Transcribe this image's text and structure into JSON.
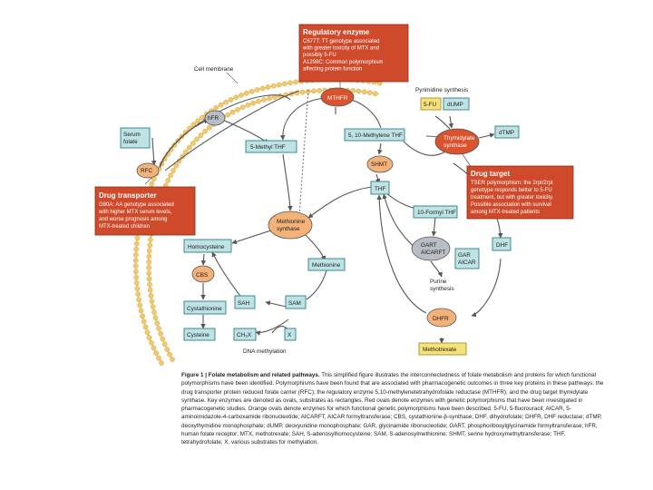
{
  "colors": {
    "teal_fill": "#bfe3e5",
    "teal_stroke": "#2d7f86",
    "orange_oval": "#f3b27a",
    "red_oval": "#d9532e",
    "gray_oval": "#b9bec4",
    "yellow_box": "#f6e27a",
    "red_note": "#cf4a2b",
    "membrane": "#f2c96b"
  },
  "membrane": {
    "label": "Cell membrane"
  },
  "nodes": {
    "serum_folate": "Serum\nfolate",
    "hfr": "hFR",
    "rfc": "RFC",
    "methyl_thf": "5-Methyl THF",
    "mthfr": "MTHFR",
    "methylene_thf": "5, 10-Methylene THF",
    "thymidylate_synthase": "Thymidylate\nsynthase",
    "five_fu": "5-FU",
    "dump": "dUMP",
    "dtmp": "dTMP",
    "shmt": "SHMT",
    "thf": "THF",
    "formyl_thf": "10-Formyl THF",
    "gart_aicarft": "GART\nAICARFT",
    "gar_aicar": "GAR\nAICAR",
    "dhf": "DHF",
    "dhfr": "DHFR",
    "methotrexate": "Methotrexate",
    "methionine_synthase": "Methionine\nsynthase",
    "homocysteine": "Homocysteine",
    "cbs": "CBS",
    "cystathionine": "Cystathionine",
    "cysteine": "Cysteine",
    "sah": "SAH",
    "sam": "SAM",
    "methionine": "Methionine",
    "ch3x": "CH₃X",
    "x": "X"
  },
  "labels": {
    "pyrimidine_synthesis": "Pyrimidine synthesis",
    "purine_synthesis": "Purine\nsynthesis",
    "dna_methylation": "DNA methylation"
  },
  "callouts": {
    "regulatory": {
      "title": "Regulatory enzyme",
      "body": "C677T: TT genotype associated\nwith greater toxicity of MTX and\npossibly 5-FU\nA1298C: Common polymorphism\naffecting protein function"
    },
    "drug_transporter": {
      "title": "Drug transporter",
      "body": "G80A: AA genotype associated\nwith higher MTX serum levels,\nand worse prognosis among\nMTX-treated children"
    },
    "drug_target": {
      "title": "Drug target",
      "body": "TSER polymorphism: the 2rpt/2rpt\ngenotype responds better to 5-FU\ntreatment, but with greater toxicity.\nPossible association with survival\namong MTX-treated patients"
    }
  },
  "caption": {
    "lead": "Figure 1 | Folate metabolism and related pathways.",
    "text": "This simplified figure illustrates the interconnectedness of folate metabolism and proteins for which functional polymorphisms have been identified. Polymorphisms have been found that are associated with pharmacogenetic outcomes in three key proteins in these pathways: the drug transporter protein reduced folate carrier (RFC); the regulatory enzyme 5,10-methylenetetrahydrofolate reductase (MTHFR); and the drug target thymidylate synthase. Key enzymes are denoted as ovals, substrates as rectangles. Red ovals denote enzymes with genetic polymorphisms that have been investigated in pharmacogenetic studies. Orange ovals denote enzymes for which functional genetic polymorphisms have been described. 5-FU, 5-fluorouracil; AICAR, 5-aminoimidazole-4-carboxamide ribonucleotide; AICARFT, AICAR formyltransferase; CBS, cystathionine-β-synthase; DHF, dihydrofolate; DHFR, DHF reductase; dTMP, deoxythymidine monophosphate; dUMP, deoxyuridine monophosphate; GAR, glycinamide ribonucleotide; GART, phosphoribosylglycinamide formyltransferase; hFR, human folate receptor; MTX, methotrexate; SAH, S-adenosylhomocysteine; SAM, S-adenosylmethionine; SHMT, serine hydroxymethyltransferase; THF, tetrahydrofolate; X, various substrates for methylation."
  }
}
